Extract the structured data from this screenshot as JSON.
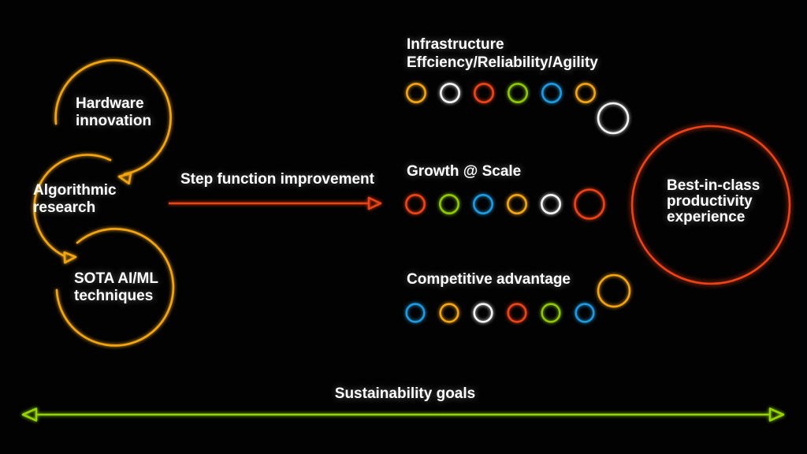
{
  "palette": {
    "gold": "#F2A511",
    "white": "#F2F2F2",
    "red": "#EE4316",
    "green": "#8DC800",
    "blue": "#1E9BE0",
    "lime": "#94D500",
    "background": "#020202",
    "text": "#FFFFFF"
  },
  "cycle": {
    "items": [
      {
        "label": "Hardware\ninnovation"
      },
      {
        "label": "Algorithmic\nresearch"
      },
      {
        "label": "SOTA AI/ML\ntechniques"
      }
    ],
    "color_key": "gold"
  },
  "step_arrow": {
    "label": "Step function improvement",
    "color_key": "red"
  },
  "outcome_rows": [
    {
      "label": "Infrastructure\nEffciency/Reliability/Agility",
      "circles": [
        "gold",
        "white",
        "red",
        "green",
        "blue",
        "gold"
      ],
      "big_circle": "white"
    },
    {
      "label": "Growth @ Scale",
      "circles": [
        "red",
        "green",
        "blue",
        "gold",
        "white"
      ],
      "big_circle": "red"
    },
    {
      "label": "Competitive advantage",
      "circles": [
        "blue",
        "gold",
        "white",
        "red",
        "green",
        "blue"
      ],
      "big_circle": "gold"
    }
  ],
  "result_circle": {
    "label": "Best-in-class\nproductivity\nexperience",
    "color_key": "red"
  },
  "sustainability": {
    "label": "Sustainability goals",
    "color_key": "lime"
  }
}
